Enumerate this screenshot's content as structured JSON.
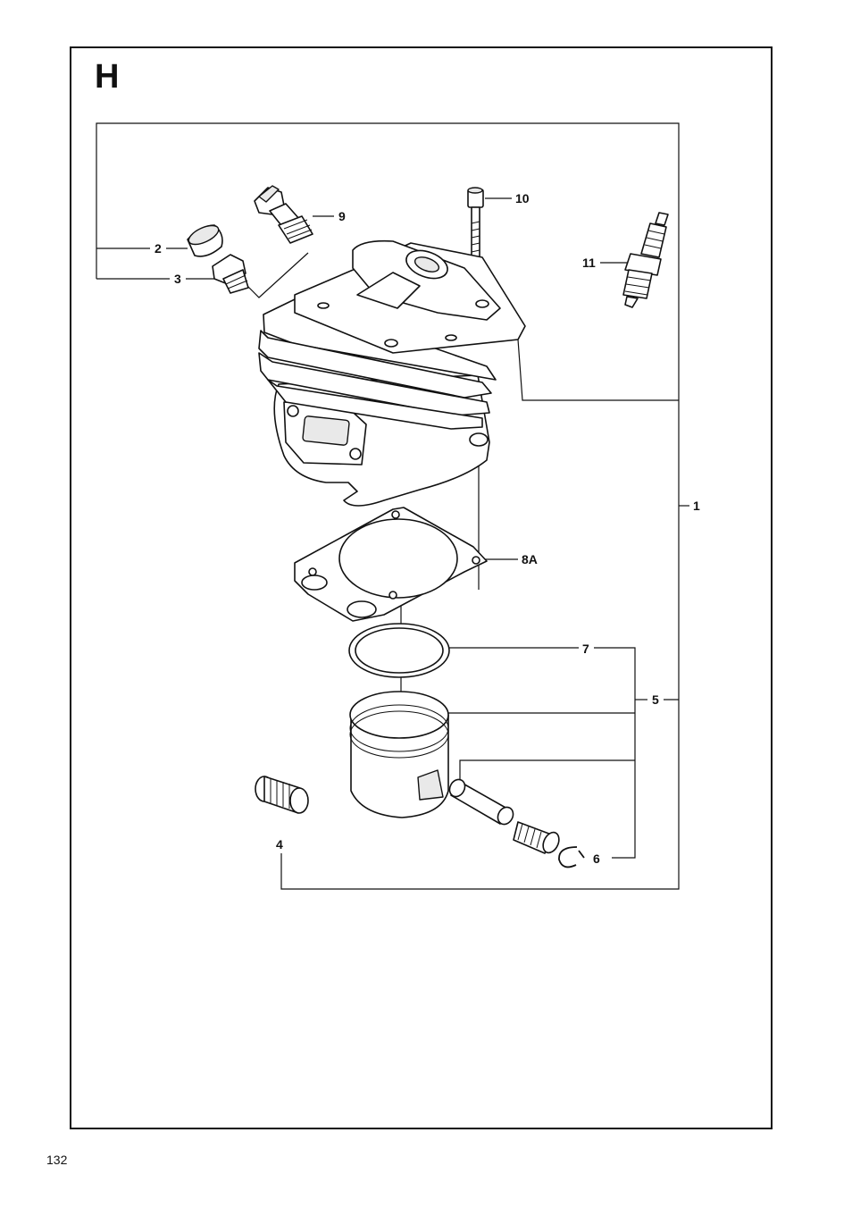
{
  "section": {
    "letter": "H"
  },
  "page": {
    "number": "132"
  },
  "callouts": [
    {
      "id": "1",
      "label": "1"
    },
    {
      "id": "2",
      "label": "2"
    },
    {
      "id": "3",
      "label": "3"
    },
    {
      "id": "4",
      "label": "4"
    },
    {
      "id": "5",
      "label": "5"
    },
    {
      "id": "6",
      "label": "6"
    },
    {
      "id": "7",
      "label": "7"
    },
    {
      "id": "8A",
      "label": "8A"
    },
    {
      "id": "9",
      "label": "9"
    },
    {
      "id": "10",
      "label": "10"
    },
    {
      "id": "11",
      "label": "11"
    }
  ]
}
